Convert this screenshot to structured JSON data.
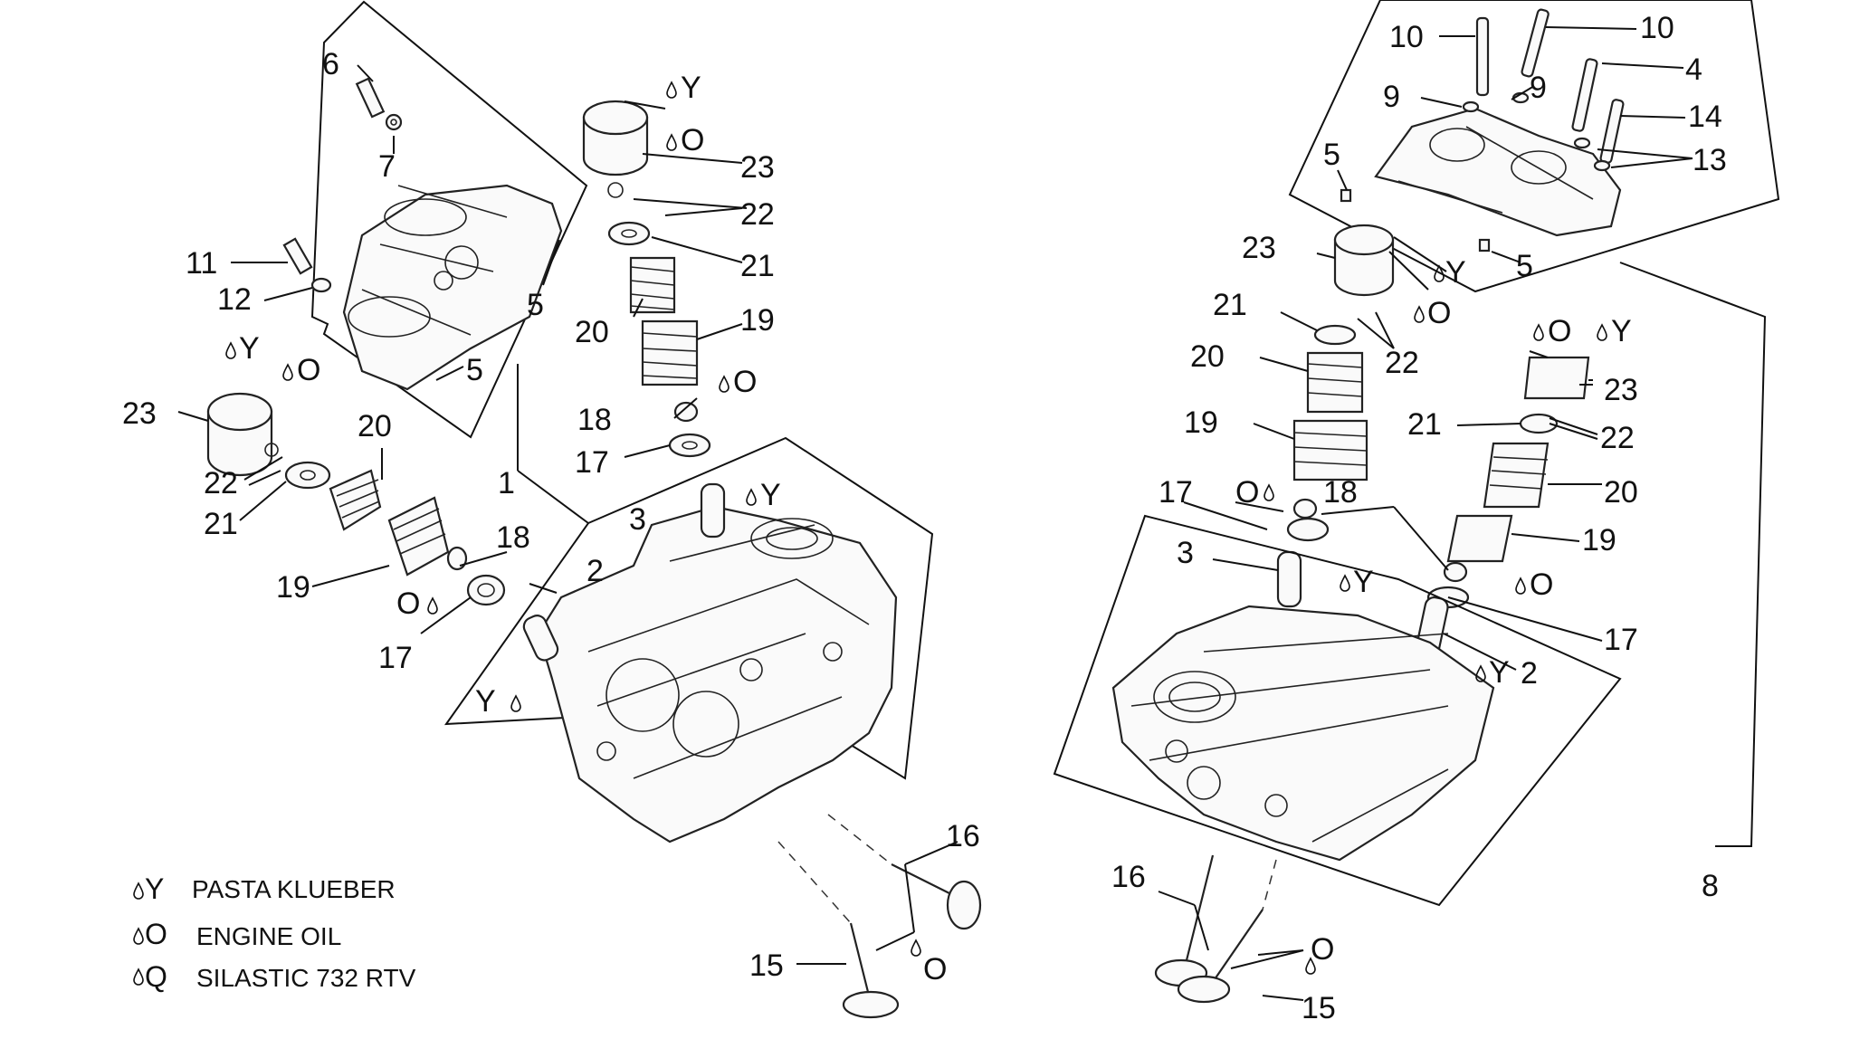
{
  "callouts": {
    "c6": "6",
    "c7": "7",
    "c11": "11",
    "c12": "12",
    "c5a": "5",
    "c5b": "5",
    "c23a": "23",
    "c20a": "20",
    "c22a": "22",
    "c21a": "21",
    "c19a": "19",
    "c18a": "18",
    "c17a": "17",
    "c1": "1",
    "c23b": "23",
    "c22b": "22",
    "c21b": "21",
    "c20b": "20",
    "c19b": "19",
    "c18b": "18",
    "c17b": "17",
    "c3a": "3",
    "c2a": "2",
    "c16a": "16",
    "c15a": "15",
    "c10a": "10",
    "c10b": "10",
    "c4": "4",
    "c9a": "9",
    "c9b": "9",
    "c14": "14",
    "c13": "13",
    "c5c": "5",
    "c5d": "5",
    "c23c": "23",
    "c21c": "21",
    "c22c": "22",
    "c20c": "20",
    "c19c": "19",
    "c17c": "17",
    "c18c": "18",
    "c3b": "3",
    "c23d": "23",
    "c21d": "21",
    "c22d": "22",
    "c20d": "20",
    "c19d": "19",
    "c17d": "17",
    "c2b": "2",
    "c8": "8",
    "c16b": "16",
    "c15b": "15"
  },
  "markers": {
    "y1": "Y",
    "o1": "O",
    "y2": "Y",
    "o2": "O",
    "o3": "O",
    "y3": "Y",
    "o4": "O",
    "y4": "Y",
    "o5": "O",
    "y5": "Y",
    "o6": "O",
    "o7": "O",
    "y6": "Y",
    "y7": "Y",
    "o8": "O",
    "y8": "Y",
    "o9": "O"
  },
  "legend": [
    {
      "symbol": "Y",
      "label": "PASTA KLUEBER"
    },
    {
      "symbol": "O",
      "label": "ENGINE OIL"
    },
    {
      "symbol": "Q",
      "label": "SILASTIC 732 RTV"
    }
  ]
}
